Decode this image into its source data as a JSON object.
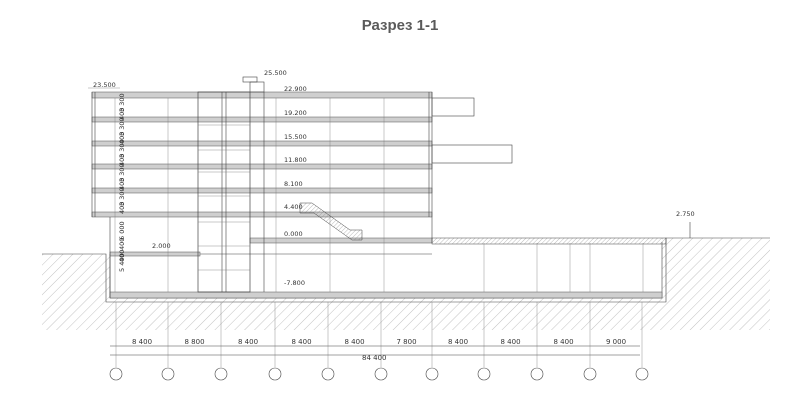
{
  "title": "Разрез 1-1",
  "elevations": {
    "roof_left": "23.500",
    "roof_top": "25.500",
    "level_22": "22.900",
    "level_19": "19.200",
    "level_15": "15.500",
    "level_11": "11.800",
    "level_8": "8.100",
    "level_4": "4.400",
    "level_2": "2.000",
    "level_0": "0.000",
    "level_basement": "-7.800",
    "ground_right": "2.750"
  },
  "story_heights": [
    "3 300",
    "400",
    "3 300",
    "400",
    "3 300",
    "400",
    "3 300",
    "400",
    "3 300",
    "400",
    "6 000",
    "400",
    "5 400",
    "400"
  ],
  "spans": [
    "8 400",
    "8 800",
    "8 400",
    "8 400",
    "8 400",
    "7 800",
    "8 400",
    "8 400",
    "8 400",
    "9 000"
  ],
  "total_span": "84 400",
  "colors": {
    "line": "#444444",
    "slab": "#cfcfcf",
    "hatch": "#999999"
  }
}
